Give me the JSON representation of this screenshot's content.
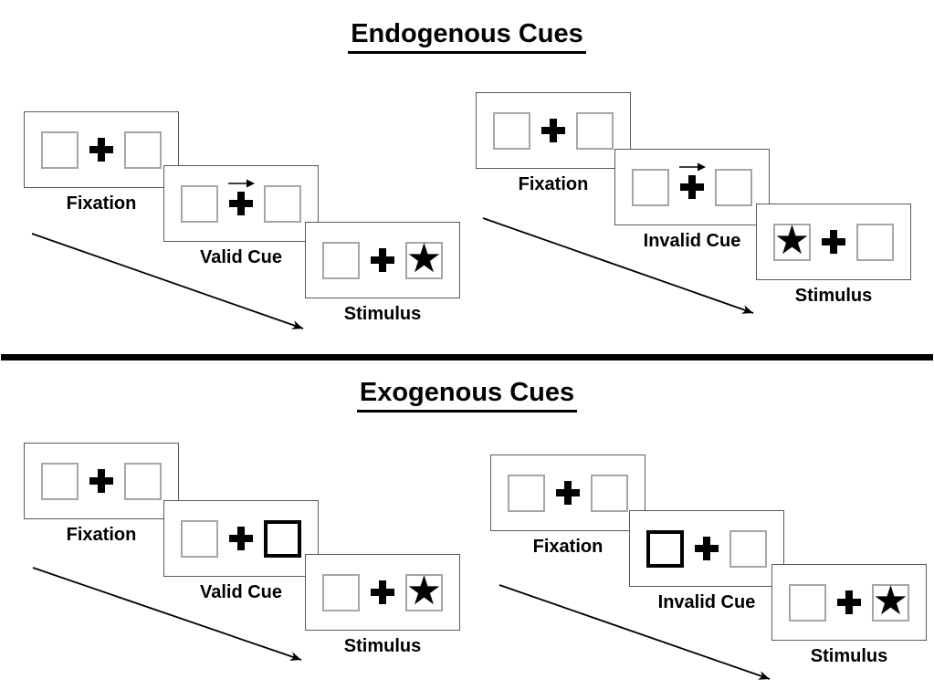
{
  "colors": {
    "background": "#ffffff",
    "panel_border": "#595959",
    "placeholder_box_border": "#a6a6a6",
    "cue_box_border": "#000000",
    "ink": "#000000"
  },
  "icons": {
    "star_glyph": "★",
    "star_name": "black-star",
    "cue_arrow_name": "right-arrow",
    "fixation_cross_name": "heavy-plus-cross",
    "sequence_arrow_name": "diagonal-time-arrow"
  },
  "sections": [
    {
      "title": "Endogenous Cues",
      "groups": [
        {
          "name": "valid",
          "panels": [
            {
              "label": "Fixation",
              "cue_type": "none",
              "star": "none"
            },
            {
              "label": "Valid Cue",
              "cue_type": "arrow-right",
              "star": "none"
            },
            {
              "label": "Stimulus",
              "cue_type": "none",
              "star": "right"
            }
          ]
        },
        {
          "name": "invalid",
          "panels": [
            {
              "label": "Fixation",
              "cue_type": "none",
              "star": "none"
            },
            {
              "label": "Invalid Cue",
              "cue_type": "arrow-right",
              "star": "none"
            },
            {
              "label": "Stimulus",
              "cue_type": "none",
              "star": "left"
            }
          ]
        }
      ]
    },
    {
      "title": "Exogenous Cues",
      "groups": [
        {
          "name": "valid",
          "panels": [
            {
              "label": "Fixation",
              "cue_type": "none",
              "star": "none"
            },
            {
              "label": "Valid Cue",
              "cue_type": "thick-box-right",
              "star": "none"
            },
            {
              "label": "Stimulus",
              "cue_type": "none",
              "star": "right"
            }
          ]
        },
        {
          "name": "invalid",
          "panels": [
            {
              "label": "Fixation",
              "cue_type": "none",
              "star": "none"
            },
            {
              "label": "Invalid Cue",
              "cue_type": "thick-box-left",
              "star": "none"
            },
            {
              "label": "Stimulus",
              "cue_type": "none",
              "star": "right"
            }
          ]
        }
      ]
    }
  ]
}
